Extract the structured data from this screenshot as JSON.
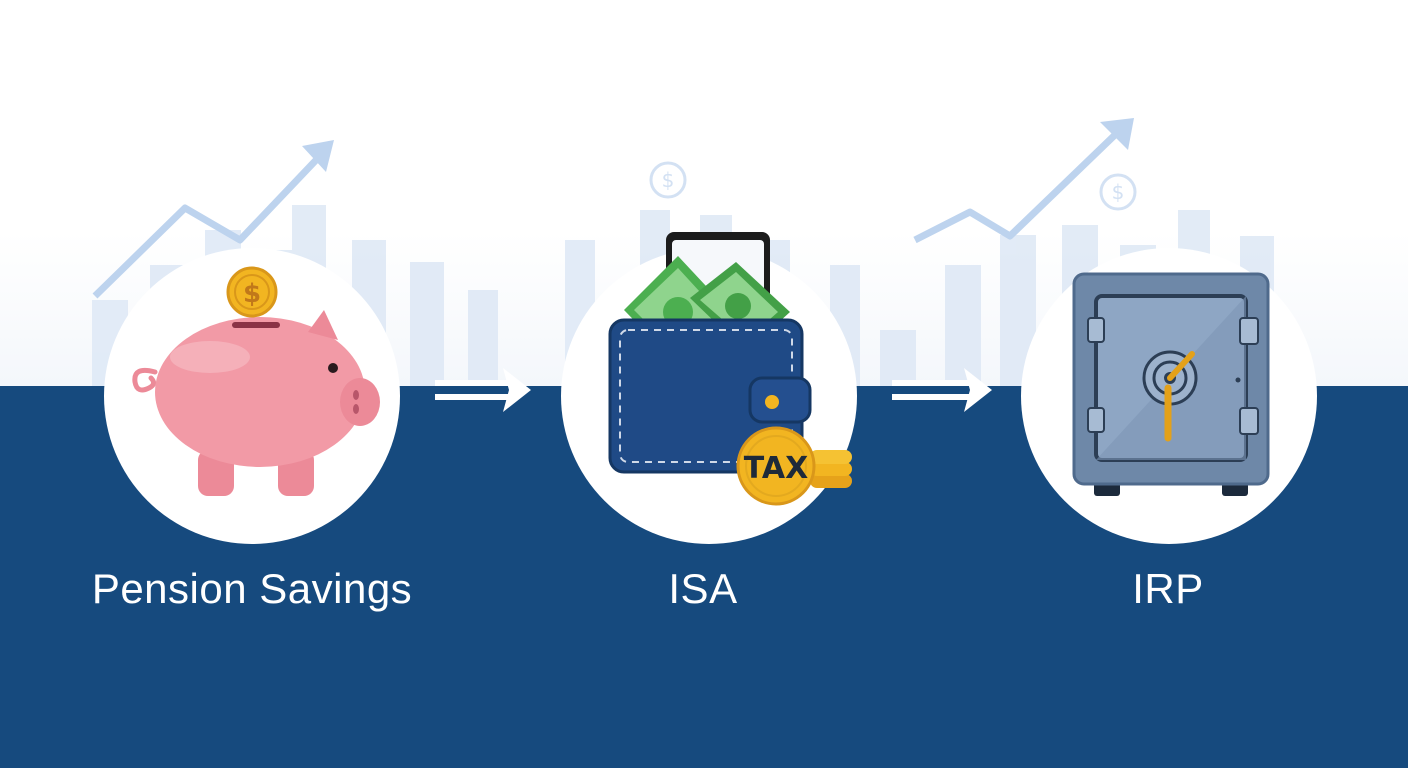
{
  "steps": [
    {
      "label": "Pension Savings",
      "icon": "piggy-bank-icon"
    },
    {
      "label": "ISA",
      "icon": "wallet-icon"
    },
    {
      "label": "IRP",
      "icon": "safe-icon"
    }
  ],
  "connectors": [
    "arrow-right-icon",
    "arrow-right-icon"
  ],
  "badges": {
    "coin_symbol": "$",
    "tax_coin_text": "TAX"
  },
  "colors": {
    "band": "#164a7e",
    "piggy": "#f29aa6",
    "coin": "#f2b521",
    "wallet": "#1f4a86",
    "cash": "#4caf50",
    "safe": "#6e88a8"
  }
}
